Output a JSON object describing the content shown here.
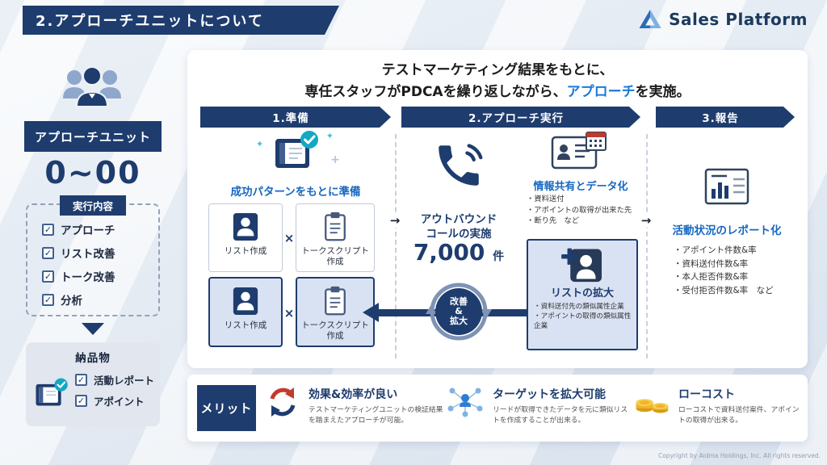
{
  "icons": {
    "check": "✓",
    "times": "×",
    "arrow_right": "→",
    "sparkle": "✦",
    "plus": "+"
  },
  "header": {
    "title": "2.アプローチユニットについて",
    "brand": "Sales Platform"
  },
  "left_panel": {
    "banner": "アプローチユニット",
    "count": "0~00",
    "execution": {
      "title": "実行内容",
      "items": [
        "アプローチ",
        "リスト改善",
        "トーク改善",
        "分析"
      ]
    },
    "deliverables": {
      "title": "納品物",
      "items": [
        "活動レポート",
        "アポイント"
      ]
    }
  },
  "main": {
    "headline": {
      "line1": "テストマーケティング結果をもとに、",
      "line2_pre": "専任スタッフがPDCAを繰り返しながら、",
      "line2_highlight": "アプローチ",
      "line2_post": "を実施。"
    },
    "col1": {
      "banner": "1.準備",
      "caption": "成功パターンをもとに準備",
      "box_list": "リスト作成",
      "box_script": "トークスクリプト作成"
    },
    "col2": {
      "banner": "2.アプローチ実行",
      "call_line1": "アウトバウンド",
      "call_line2": "コールの実施",
      "call_count": "7,000",
      "call_unit": "件",
      "cycle": {
        "l1": "改善",
        "l2": "&",
        "l3": "拡大"
      },
      "share_title": "情報共有とデータ化",
      "share_bullets": [
        "・資料送付",
        "・アポイントの取得が出来た先",
        "・断り先　など"
      ],
      "expand_title": "リストの拡大",
      "expand_bullets": [
        "・資料送付先の類似属性企業",
        "・アポイントの取得の類似属性企業"
      ]
    },
    "col3": {
      "banner": "3.報告",
      "report_title": "活動状況のレポート化",
      "report_bullets": [
        "・アポイント件数&率",
        "・資料送付件数&率",
        "・本人拒否件数&率",
        "・受付拒否件数&率　など"
      ]
    }
  },
  "merits": {
    "label": "メリット",
    "items": [
      {
        "title": "効果&効率が良い",
        "desc": "テストマーケティングユニットの検証結果を踏まえたアプローチが可能。"
      },
      {
        "title": "ターゲットを拡大可能",
        "desc": "リードが取得できたデータを元に類似リストを作成することが出来る。"
      },
      {
        "title": "ローコスト",
        "desc": "ローコストで資料送付案件、アポイントの取得が出来る。"
      }
    ]
  },
  "footer": {
    "copyright": "Copyright by Aidma Holdings, Inc. All rights reserved."
  },
  "colors": {
    "navy": "#1e3c6e",
    "blue": "#1a7ad9",
    "highlight_bg": "#d9e2f3"
  }
}
